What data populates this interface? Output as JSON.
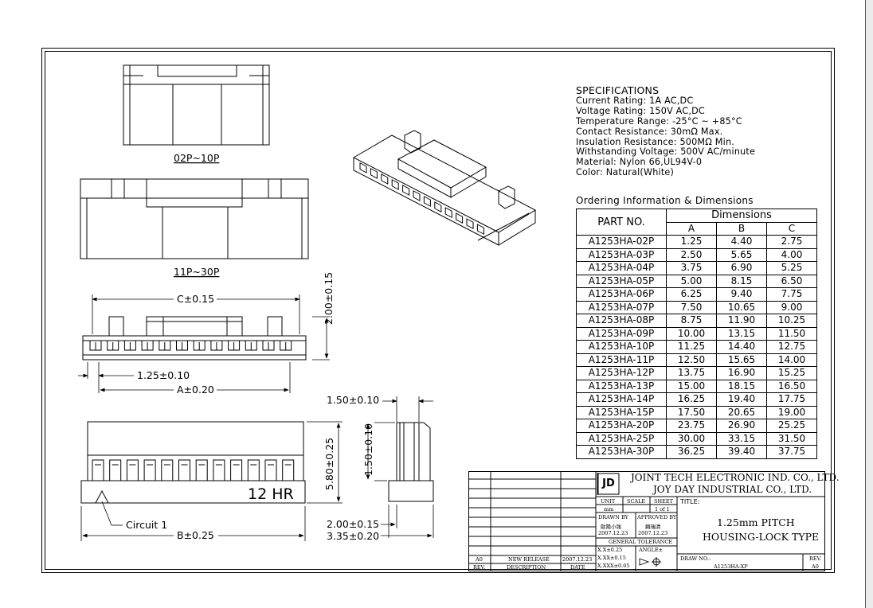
{
  "views": {
    "top_view_label": "02P~10P",
    "mid_view_label": "11P~30P",
    "dim_c": "C±0.15",
    "dim_pitch": "1.25±0.10",
    "dim_a": "A±0.20",
    "dim_height": "2.00±0.15",
    "dim_total_h": "5.80±0.25",
    "dim_inner_h": "1.50±0.10",
    "dim_top_w": "1.50±0.10",
    "dim_bot1": "2.00±0.15",
    "dim_bot2": "3.35±0.20",
    "dim_b": "B±0.25",
    "circuit": "Circuit  1",
    "marking": "12 HR"
  },
  "specifications": {
    "heading": "SPECIFICATIONS",
    "lines": [
      "Current  Rating:  1A  AC,DC",
      "Voltage  Rating:  150V  AC,DC",
      "Temperature  Range:  -25°C  ~  +85°C",
      "Contact  Resistance:  30mΩ  Max.",
      "Insulation  Resistance:  500MΩ  Min.",
      "Withstanding  Voltage:  500V  AC/minute",
      "Material:  Nylon  66,UL94V-0",
      "Color:  Natural(White)"
    ]
  },
  "ordering": {
    "title": "Ordering  Information  &  Dimensions",
    "part_header": "PART  NO.",
    "dims_header": "Dimensions",
    "columns": [
      "A",
      "B",
      "C"
    ],
    "rows": [
      [
        "A1253HA-02P",
        "1.25",
        "4.40",
        "2.75"
      ],
      [
        "A1253HA-03P",
        "2.50",
        "5.65",
        "4.00"
      ],
      [
        "A1253HA-04P",
        "3.75",
        "6.90",
        "5.25"
      ],
      [
        "A1253HA-05P",
        "5.00",
        "8.15",
        "6.50"
      ],
      [
        "A1253HA-06P",
        "6.25",
        "9.40",
        "7.75"
      ],
      [
        "A1253HA-07P",
        "7.50",
        "10.65",
        "9.00"
      ],
      [
        "A1253HA-08P",
        "8.75",
        "11.90",
        "10.25"
      ],
      [
        "A1253HA-09P",
        "10.00",
        "13.15",
        "11.50"
      ],
      [
        "A1253HA-10P",
        "11.25",
        "14.40",
        "12.75"
      ],
      [
        "A1253HA-11P",
        "12.50",
        "15.65",
        "14.00"
      ],
      [
        "A1253HA-12P",
        "13.75",
        "16.90",
        "15.25"
      ],
      [
        "A1253HA-13P",
        "15.00",
        "18.15",
        "16.50"
      ],
      [
        "A1253HA-14P",
        "16.25",
        "19.40",
        "17.75"
      ],
      [
        "A1253HA-15P",
        "17.50",
        "20.65",
        "19.00"
      ],
      [
        "A1253HA-20P",
        "23.75",
        "26.90",
        "25.25"
      ],
      [
        "A1253HA-25P",
        "30.00",
        "33.15",
        "31.50"
      ],
      [
        "A1253HA-30P",
        "36.25",
        "39.40",
        "37.75"
      ]
    ]
  },
  "title_block": {
    "company1": "JOINT  TECH  ELECTRONIC  IND.  CO.,  LTD.",
    "company2": "JOY  DAY  INDUSTRIAL  CO.,  LTD.",
    "unit_label": "UNIT",
    "unit_value": "mm",
    "scale_label": "SCALE",
    "sheet_label": "SHEET",
    "sheet_value": "1 of 1",
    "title_label": "TITLE:",
    "title_line1": "1.25mm  PITCH",
    "title_line2": "HOUSING-LOCK  TYPE",
    "drawn_by_label": "DRAWN BY",
    "drawn_by_name": "歐陽小強",
    "drawn_date": "2007.12.23",
    "approved_by_label": "APPROVED BY",
    "approved_by_name": "賴瑞清",
    "approved_date": "2007.12.23",
    "general_tolerance": "GENERAL  TOLERANCE",
    "tol1": "X.X±0.25",
    "tol2": "X.XX±0.15",
    "tol3": "X.XXX±0.05",
    "angle": "ANGLE±",
    "draw_no_label": "DRAW NO.:",
    "draw_no": "A1253HA-XP",
    "rev_label": "REV.",
    "rev_value": "A0",
    "rev_row_rev": "A0",
    "rev_row_desc": "NEW RELEASE",
    "rev_row_date": "2007.12.23",
    "rev_hdr_rev": "REV.",
    "rev_hdr_desc": "DESCRIPTION",
    "rev_hdr_date": "DATE",
    "logo_text": "JD"
  }
}
